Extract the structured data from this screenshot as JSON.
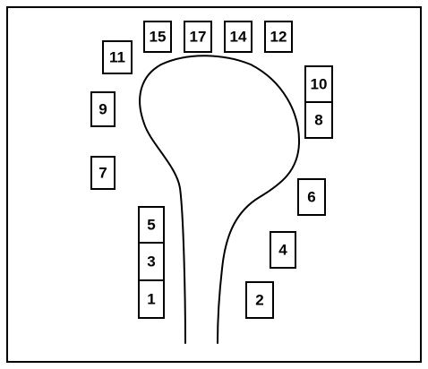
{
  "diagram": {
    "boxes": [
      {
        "id": "box-1",
        "label": "1"
      },
      {
        "id": "box-2",
        "label": "2"
      },
      {
        "id": "box-3",
        "label": "3"
      },
      {
        "id": "box-4",
        "label": "4"
      },
      {
        "id": "box-5",
        "label": "5"
      },
      {
        "id": "box-6",
        "label": "6"
      },
      {
        "id": "box-7",
        "label": "7"
      },
      {
        "id": "box-8",
        "label": "8"
      },
      {
        "id": "box-9",
        "label": "9"
      },
      {
        "id": "box-10",
        "label": "10"
      },
      {
        "id": "box-11",
        "label": "11"
      },
      {
        "id": "box-12",
        "label": "12"
      },
      {
        "id": "box-14",
        "label": "14"
      },
      {
        "id": "box-15",
        "label": "15"
      },
      {
        "id": "box-17",
        "label": "17"
      }
    ],
    "colors": {
      "stroke": "#000000",
      "background": "#ffffff"
    }
  }
}
